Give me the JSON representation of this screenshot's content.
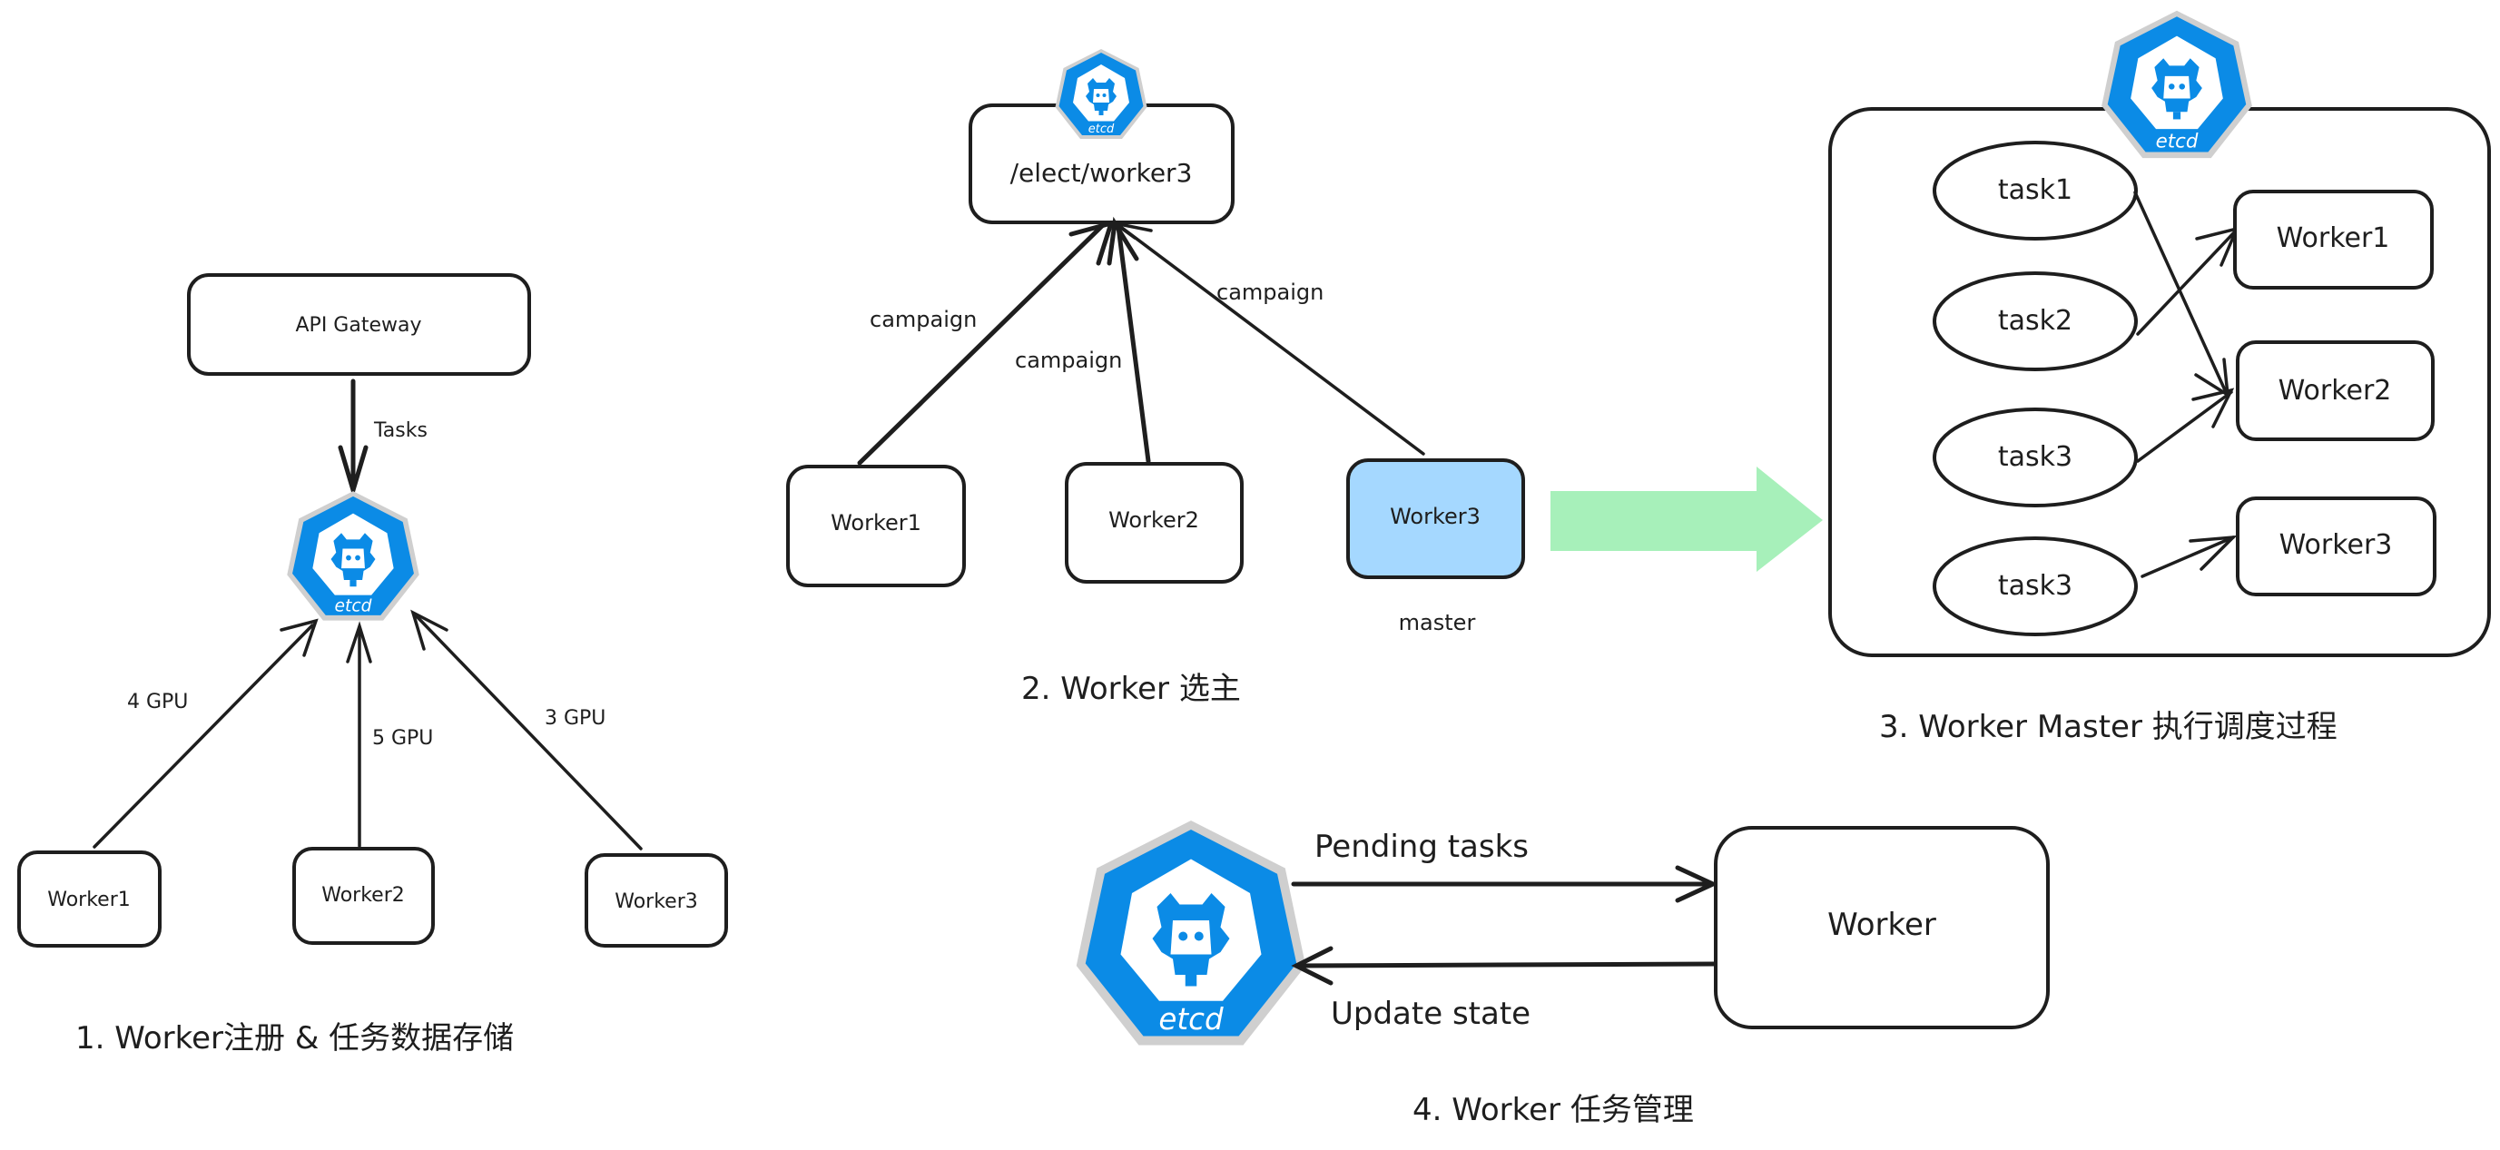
{
  "colors": {
    "etcd_blue": "#0b8be6",
    "master_fill": "#a5d8ff",
    "arrow_green": "#a7f0ba",
    "stroke": "#1e1e1e"
  },
  "section1": {
    "gateway_label": "API Gateway",
    "tasks_label": "Tasks",
    "etcd_label": "etcd",
    "workers": [
      {
        "label": "Worker1",
        "gpu": "4 GPU"
      },
      {
        "label": "Worker2",
        "gpu": "5 GPU"
      },
      {
        "label": "Worker3",
        "gpu": "3 GPU"
      }
    ],
    "caption": "1. Worker注册 & 任务数据存储"
  },
  "section2": {
    "etcd_label": "etcd",
    "elect_key": "/elect/worker3",
    "edge_label": "campaign",
    "workers": [
      {
        "label": "Worker1"
      },
      {
        "label": "Worker2"
      },
      {
        "label": "Worker3"
      }
    ],
    "master_label": "master",
    "caption": "2. Worker 选主"
  },
  "section3": {
    "etcd_label": "etcd",
    "tasks": [
      "task1",
      "task2",
      "task3",
      "task3"
    ],
    "workers": [
      "Worker1",
      "Worker2",
      "Worker3"
    ],
    "caption": "3. Worker Master 执行调度过程"
  },
  "section4": {
    "etcd_label": "etcd",
    "worker_label": "Worker",
    "pending_label": "Pending tasks",
    "update_label": "Update state",
    "caption": "4. Worker 任务管理"
  }
}
